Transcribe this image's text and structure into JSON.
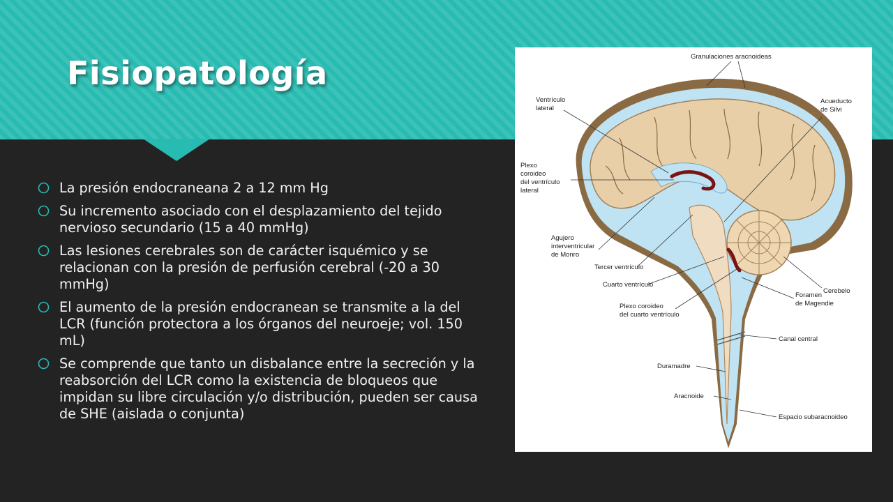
{
  "slide": {
    "title": "Fisiopatología",
    "bullets": [
      "La presión endocraneana 2 a 12 mm Hg",
      "Su incremento asociado con el desplazamiento del tejido nervioso secundario (15 a 40 mmHg)",
      "Las lesiones cerebrales son de carácter isquémico y se relacionan con la presión de perfusión cerebral (-20 a 30 mmHg)",
      "El aumento de la presión endocranean se transmite a la del LCR (función protectora a los órganos del neuroeje; vol. 150 mL)",
      "Se comprende que tanto un disbalance entre la secreción y la reabsorción del LCR como la existencia de bloqueos que impidan su libre circulación y/o distribución, pueden ser causa de SHE (aislada o conjunta)"
    ]
  },
  "figure": {
    "labels": {
      "granulaciones": "Granulaciones aracnoideas",
      "ventriculo_lateral_1": "Ventrículo",
      "ventriculo_lateral_2": "lateral",
      "acueducto_1": "Acueducto",
      "acueducto_2": "de Silvi",
      "plexo_lateral_1": "Plexo",
      "plexo_lateral_2": "coroideo",
      "plexo_lateral_3": "del ventrículo",
      "plexo_lateral_4": "lateral",
      "agujero_1": "Agujero",
      "agujero_2": "interventricular",
      "agujero_3": "de Monro",
      "tercer_ventriculo": "Tercer ventrículo",
      "cuarto_ventriculo": "Cuarto ventrículo",
      "cerebelo": "Cerebelo",
      "foramen_1": "Foramen",
      "foramen_2": "de Magendie",
      "plexo_cuarto_1": "Plexo coroideo",
      "plexo_cuarto_2": "del cuarto ventrículo",
      "canal_central": "Canal central",
      "duramadre": "Duramadre",
      "aracnoide": "Aracnoide",
      "espacio": "Espacio subaracnoideo"
    }
  },
  "colors": {
    "accent": "#27bbb1",
    "background": "#232323",
    "csf": "#bfe3f3",
    "brain": "#e8cfa8",
    "dura": "#8a6a42",
    "plexus": "#7a1414"
  }
}
